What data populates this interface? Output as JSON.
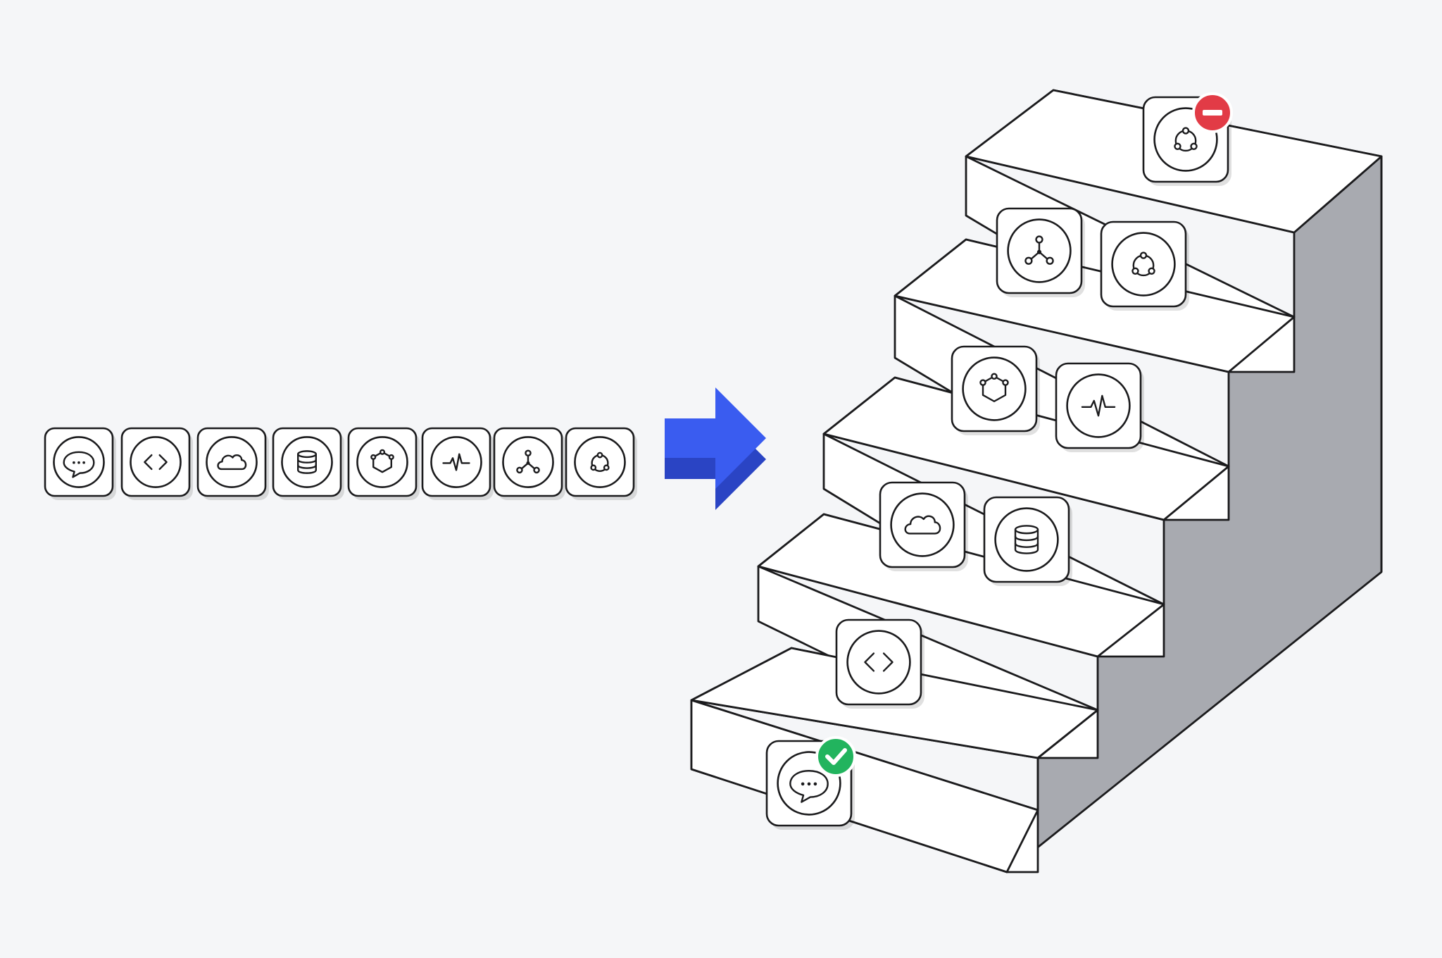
{
  "colors": {
    "background": "#f5f6f8",
    "outline": "#1b1b1d",
    "tile_fill": "#ffffff",
    "stair_top": "#ffffff",
    "stair_front": "#ffffff",
    "stair_side": "#a8aab0",
    "arrow": "#3a5cf0",
    "arrow_shade": "#2a44c4",
    "success_badge": "#22b45e",
    "blocked_badge": "#e23b46"
  },
  "source_row": {
    "icons": [
      "chat-bubble-icon",
      "code-brackets-icon",
      "cloud-icon",
      "database-icon",
      "hexagon-network-icon",
      "pulse-icon",
      "branch-nodes-icon",
      "cycle-nodes-icon"
    ]
  },
  "transition": {
    "icon": "right-arrow-icon"
  },
  "staircase": {
    "steps": [
      {
        "level": 1,
        "icons": [
          "chat-bubble-icon"
        ],
        "badge": "check-badge-icon"
      },
      {
        "level": 2,
        "icons": [
          "code-brackets-icon"
        ]
      },
      {
        "level": 3,
        "icons": [
          "cloud-icon",
          "database-icon"
        ]
      },
      {
        "level": 4,
        "icons": [
          "hexagon-network-icon",
          "pulse-icon"
        ]
      },
      {
        "level": 5,
        "icons": [
          "branch-nodes-icon",
          "cycle-nodes-icon"
        ]
      },
      {
        "level": 6,
        "icons": [
          "cycle-nodes-icon"
        ],
        "badge": "minus-badge-icon"
      }
    ]
  }
}
